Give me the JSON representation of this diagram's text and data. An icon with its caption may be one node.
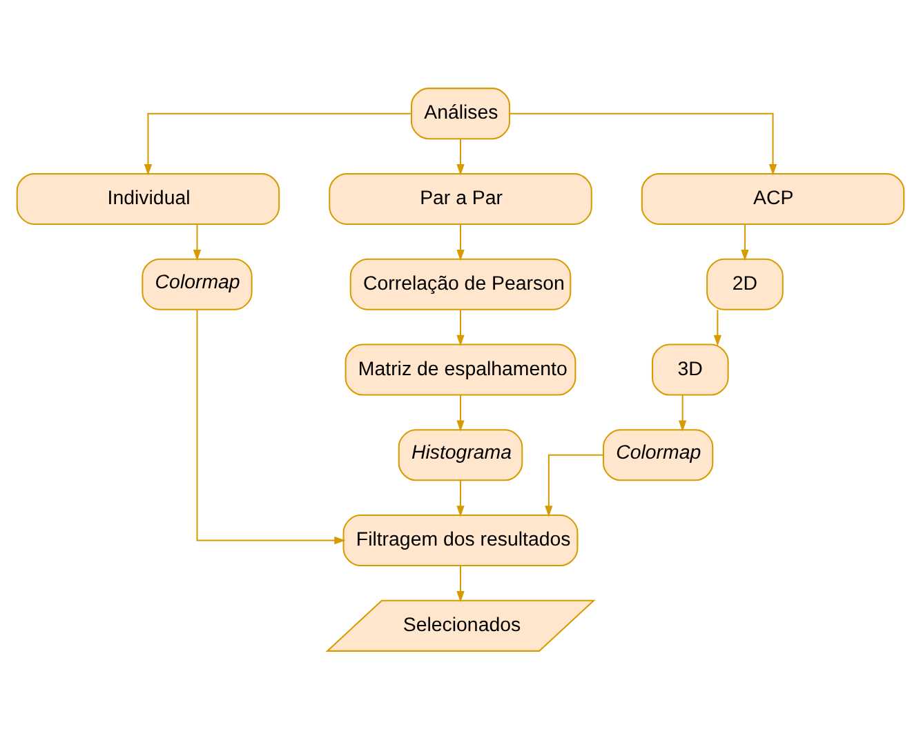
{
  "diagram": {
    "nodes": [
      {
        "text": [
          "Análises"
        ]
      },
      {
        "text": [
          "Individual"
        ]
      },
      {
        "text": [
          "Par a Par"
        ]
      },
      {
        "text": [
          "ACP"
        ]
      },
      {
        "text": [
          "Colormap"
        ]
      },
      {
        "text": [
          "Correlação de Pearson"
        ]
      },
      {
        "text": [
          "Matriz de espalhamento"
        ]
      },
      {
        "text": [
          "Histograma"
        ]
      },
      {
        "text": [
          "2D"
        ]
      },
      {
        "text": [
          "3D"
        ]
      },
      {
        "text": [
          "Colormap"
        ]
      },
      {
        "text": [
          "Filtragem dos resultados"
        ]
      },
      {
        "text": [
          "Selecionados"
        ]
      }
    ],
    "edges": [
      {
        "from": 0,
        "to": 1,
        "arrow": "to"
      },
      {
        "from": 0,
        "to": 2,
        "arrow": "to"
      },
      {
        "from": 0,
        "to": 3,
        "arrow": "to"
      },
      {
        "from": 1,
        "to": 4,
        "arrow": "to"
      },
      {
        "from": 2,
        "to": 5,
        "arrow": "to"
      },
      {
        "from": 5,
        "to": 6,
        "arrow": "to"
      },
      {
        "from": 6,
        "to": 7,
        "arrow": "to"
      },
      {
        "from": 3,
        "to": 8,
        "arrow": "to"
      },
      {
        "from": 8,
        "to": 9,
        "arrow": "to"
      },
      {
        "from": 9,
        "to": 10,
        "arrow": "to"
      },
      {
        "from": 4,
        "to": 11,
        "arrow": "to"
      },
      {
        "from": 7,
        "to": 11,
        "arrow": "to"
      },
      {
        "from": 10,
        "to": 11,
        "arrow": "to"
      },
      {
        "from": 11,
        "to": 12,
        "arrow": "to"
      }
    ]
  }
}
